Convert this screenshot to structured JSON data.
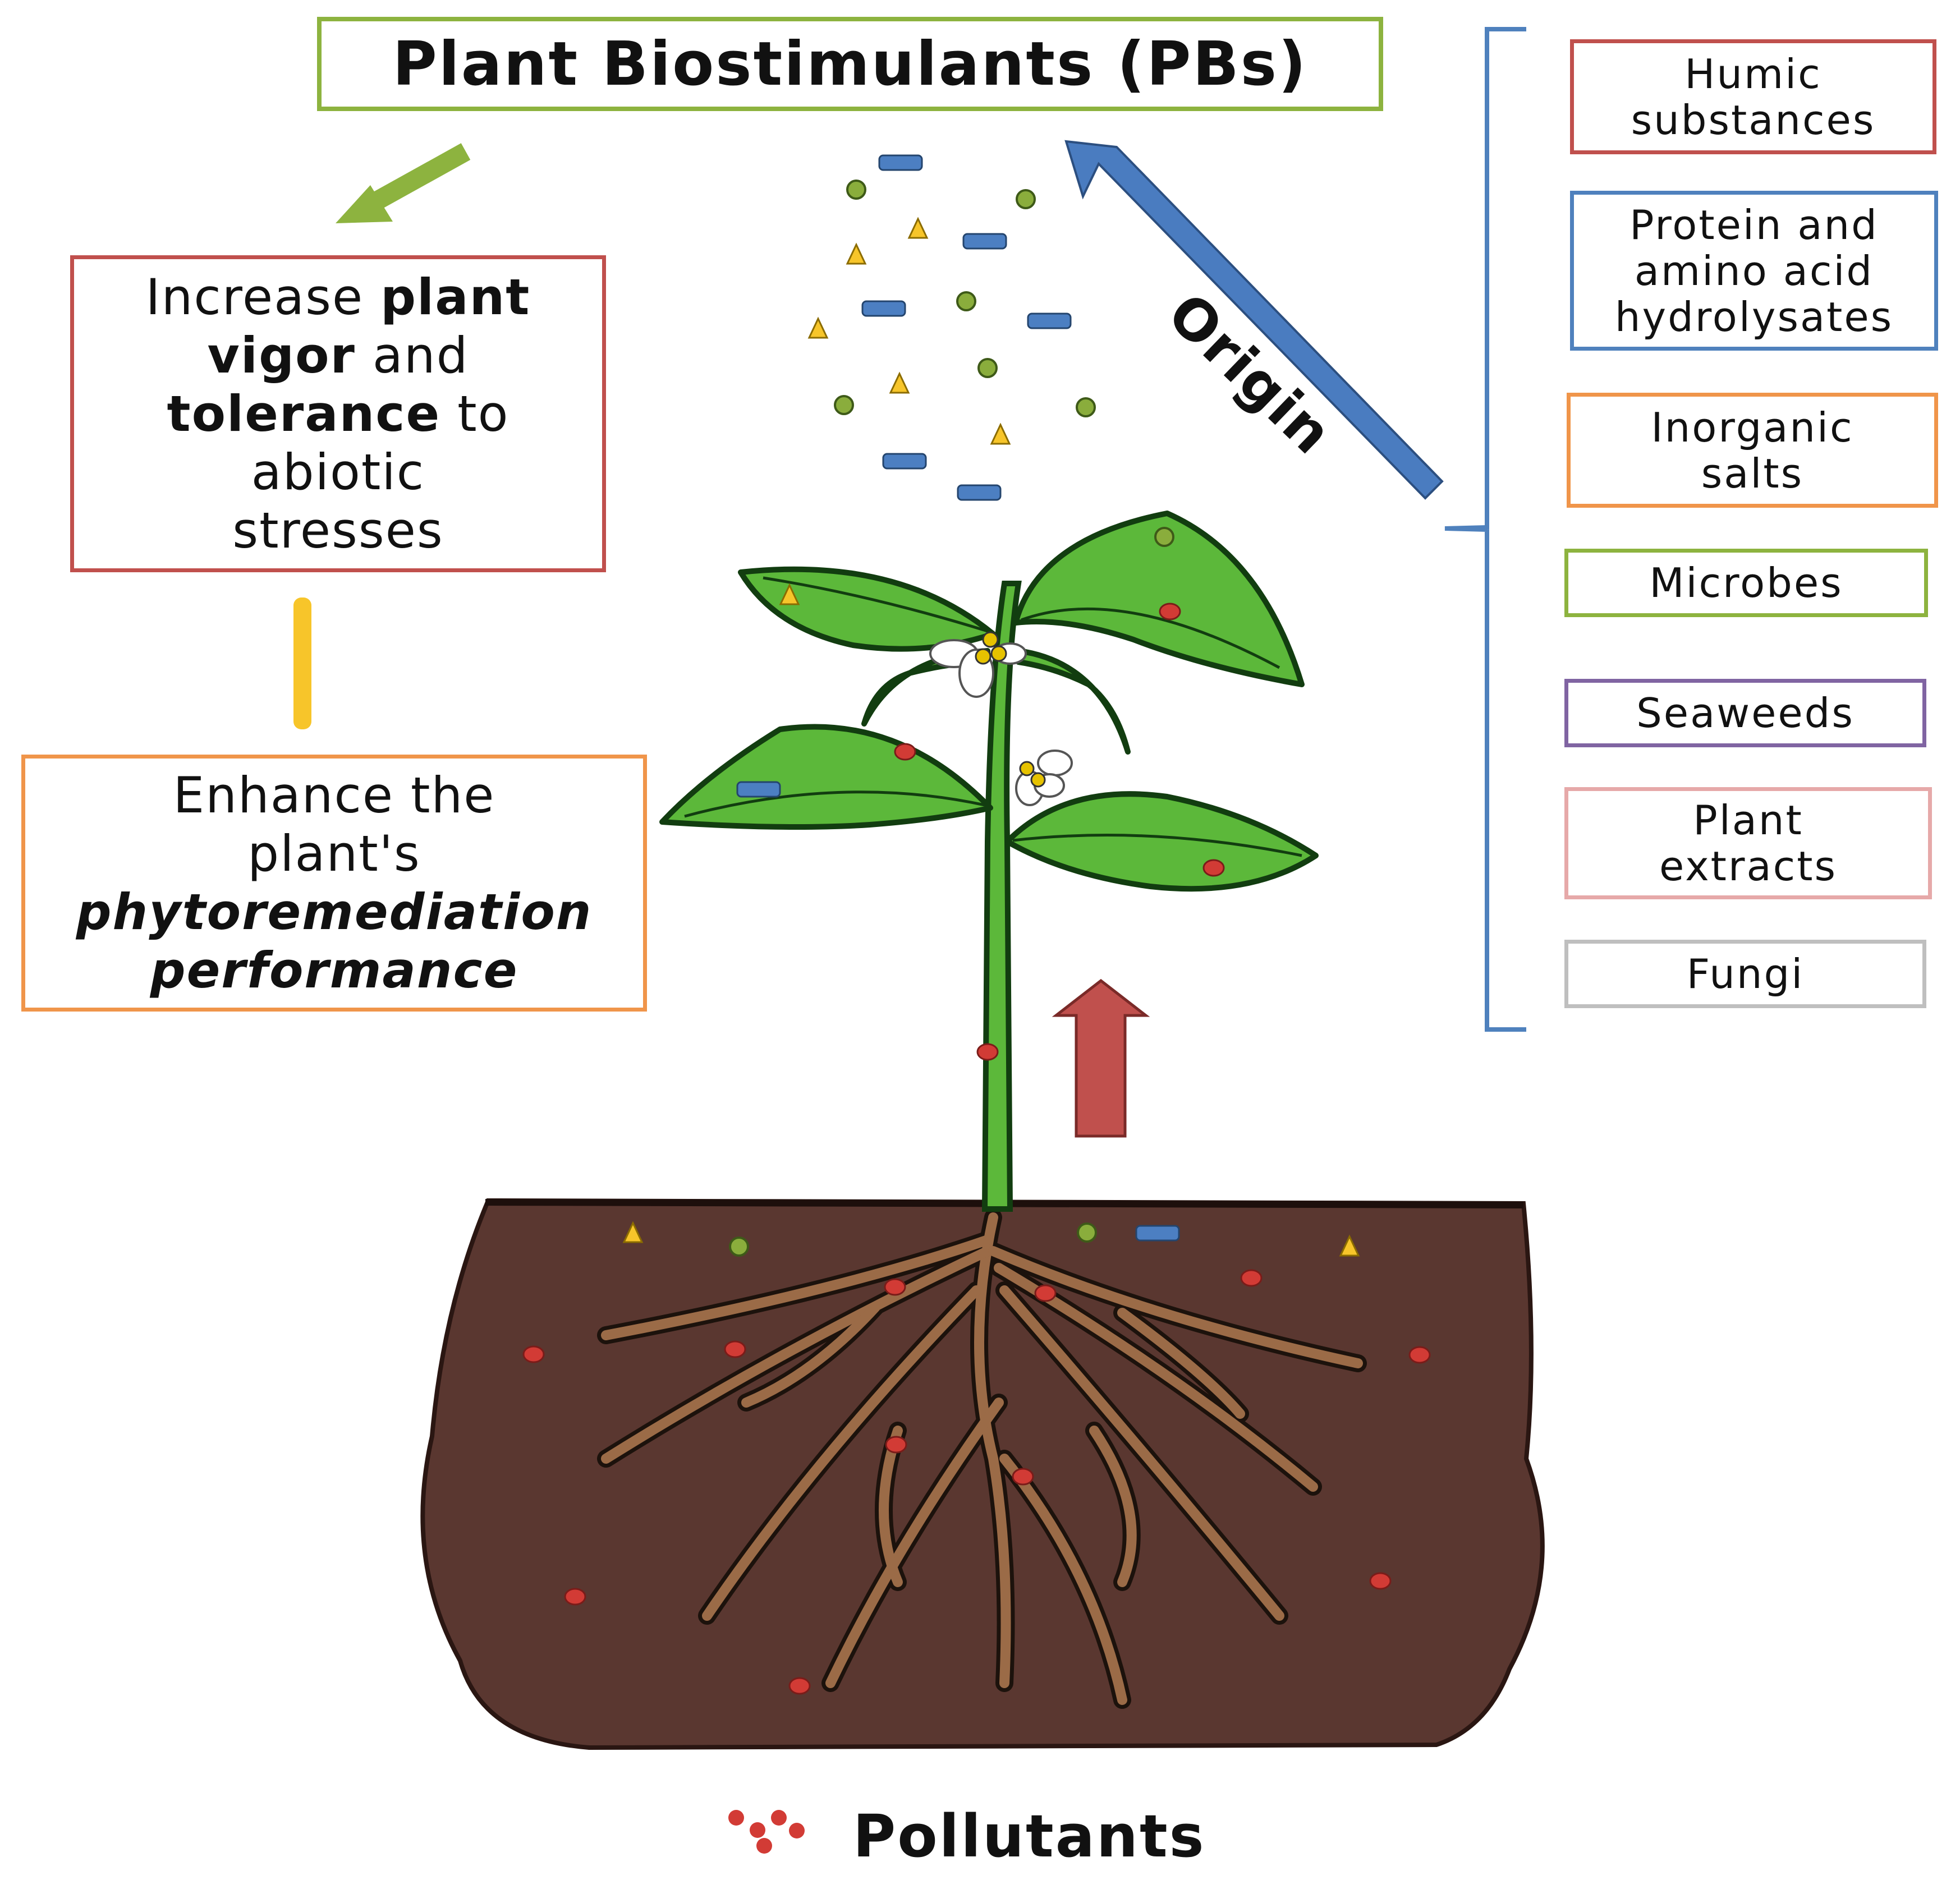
{
  "title": "Plant Biostimulants (PBs)",
  "effects": {
    "vigor": [
      "Increase ",
      "plant",
      "vigor",
      " and",
      "tolerance",
      " to",
      "abiotic",
      "stresses"
    ],
    "phyto": [
      "Enhance the",
      "plant's",
      "phytoremediation",
      "performance"
    ]
  },
  "origin_label": "Origin",
  "sources": [
    {
      "label": "Humic\nsubstances",
      "color": "#c0504d"
    },
    {
      "label": "Protein and\namino acid\nhydrolysates",
      "color": "#4f81bd"
    },
    {
      "label": "Inorganic\nsalts",
      "color": "#f0954a"
    },
    {
      "label": "Microbes",
      "color": "#8db33f"
    },
    {
      "label": "Seaweeds",
      "color": "#8064a2"
    },
    {
      "label": "Plant\nextracts",
      "color": "#e6a9a9"
    },
    {
      "label": "Fungi",
      "color": "#bfbfbf"
    }
  ],
  "legend": {
    "pollutants": "Pollutants"
  },
  "colors": {
    "soil": "#5a3730",
    "leaf": "#5cb83a",
    "root": "#9b6b47",
    "pollutant": "#d23b35",
    "particle_blue": "#4c7fc2",
    "particle_green": "#8aad3c",
    "particle_yellow": "#f7c52a",
    "origin_arrow": "#4a7cc0",
    "uptake_arrow": "#c0504d"
  }
}
